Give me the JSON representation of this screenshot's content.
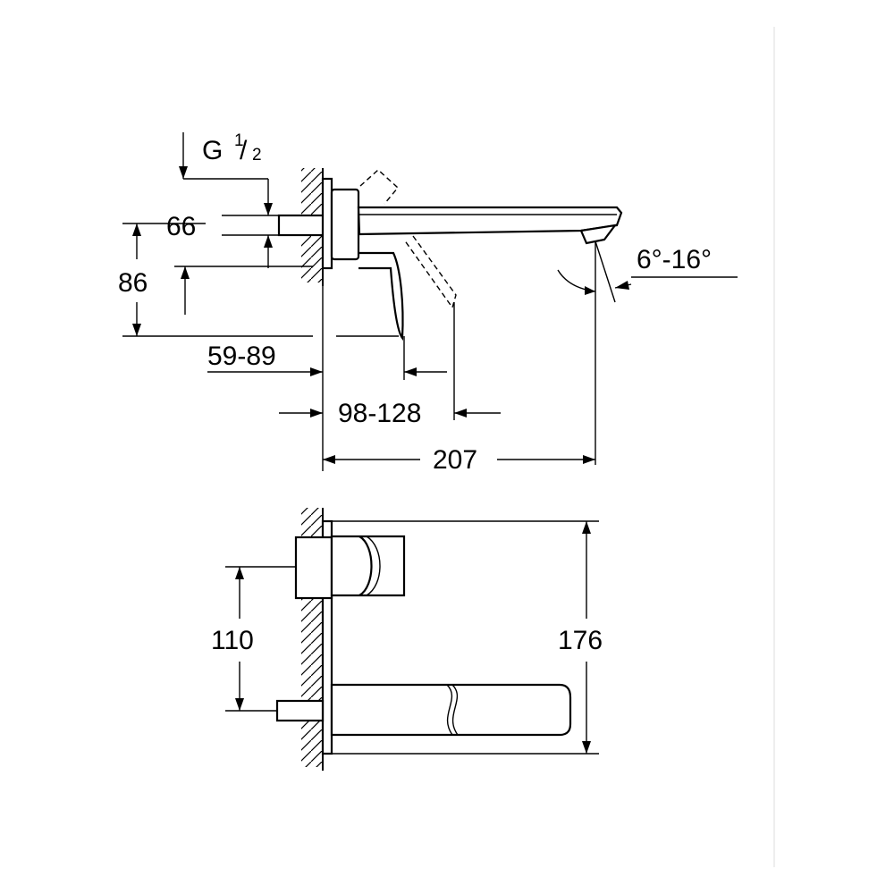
{
  "side_view": {
    "thread": {
      "prefix": "G",
      "num": "1",
      "den": "2"
    },
    "dim_66": "66",
    "dim_86": "86",
    "dim_59_89": "59-89",
    "dim_98_128": "98-128",
    "dim_207": "207",
    "dim_angle": "6°-16°"
  },
  "front_view": {
    "dim_110": "110",
    "dim_176": "176"
  }
}
